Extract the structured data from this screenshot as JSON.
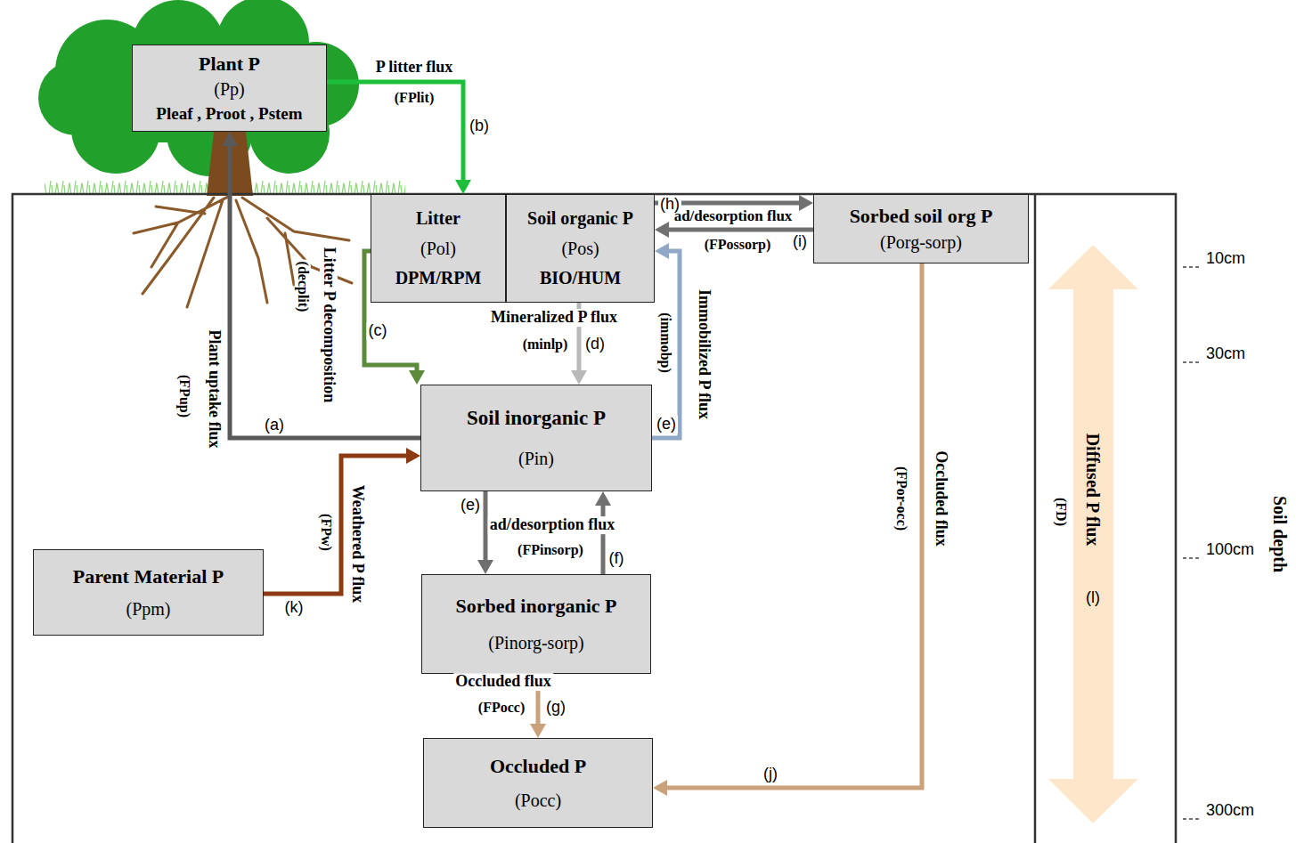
{
  "diagram": {
    "nodes": [
      {
        "text": [
          "Plant P",
          "(Pp)",
          "Pleaf , Proot , Pstem"
        ]
      },
      {
        "text": [
          "Litter",
          "(Pol)",
          "DPM/RPM"
        ]
      },
      {
        "text": [
          "Soil organic P",
          "(Pos)",
          "BIO/HUM"
        ]
      },
      {
        "text": [
          "Sorbed soil org P",
          "(Porg-sorp)"
        ]
      },
      {
        "text": [
          "Soil inorganic P",
          "(Pin)"
        ]
      },
      {
        "text": [
          "Parent Material P",
          "(Ppm)"
        ]
      },
      {
        "text": [
          "Sorbed inorganic P",
          "(Pinorg-sorp)"
        ]
      },
      {
        "text": [
          "Occluded P",
          "(Pocc)"
        ]
      }
    ],
    "edges": [
      {
        "from": 4,
        "to": 0,
        "arrow": "to",
        "label": "Plant uptake flux"
      },
      {
        "from": 0,
        "to": 1,
        "arrow": "to",
        "label": "P litter flux"
      },
      {
        "from": 1,
        "to": 4,
        "arrow": "to",
        "label": "Litter P decomposition"
      },
      {
        "from": 2,
        "to": 4,
        "arrow": "to",
        "label": "Mineralized P flux"
      },
      {
        "from": 4,
        "to": 2,
        "arrow": "to",
        "label": "Immobilized P flux"
      },
      {
        "from": 2,
        "to": 3,
        "arrow": "to",
        "label": "ad/desorption flux"
      },
      {
        "from": 3,
        "to": 2,
        "arrow": "to"
      },
      {
        "from": 4,
        "to": 6,
        "arrow": "to",
        "label": "ad/desorption flux"
      },
      {
        "from": 6,
        "to": 4,
        "arrow": "to"
      },
      {
        "from": 6,
        "to": 7,
        "arrow": "to",
        "label": "Occluded flux"
      },
      {
        "from": 3,
        "to": 7,
        "arrow": "to",
        "label": "Occluded flux"
      },
      {
        "from": 5,
        "to": 4,
        "arrow": "to",
        "label": "Weathered P flux"
      }
    ],
    "labels": [
      "(FPup)",
      "(a)",
      "(FPlit)",
      "(b)",
      "(decplit)",
      "(c)",
      "(minlp)",
      "(d)",
      "(immobp)",
      "(e)",
      "(FPossorp)",
      "(h)",
      "(i)",
      "(e)",
      "(FPinsorp)",
      "(f)",
      "(FPocc)",
      "(g)",
      "(FPor-occ)",
      "(j)",
      "(FPw)",
      "(k)",
      "Diffused P flux",
      "(FD)",
      "(l)",
      "10cm",
      "30cm",
      "100cm",
      "300cm",
      "Soil depth"
    ]
  }
}
